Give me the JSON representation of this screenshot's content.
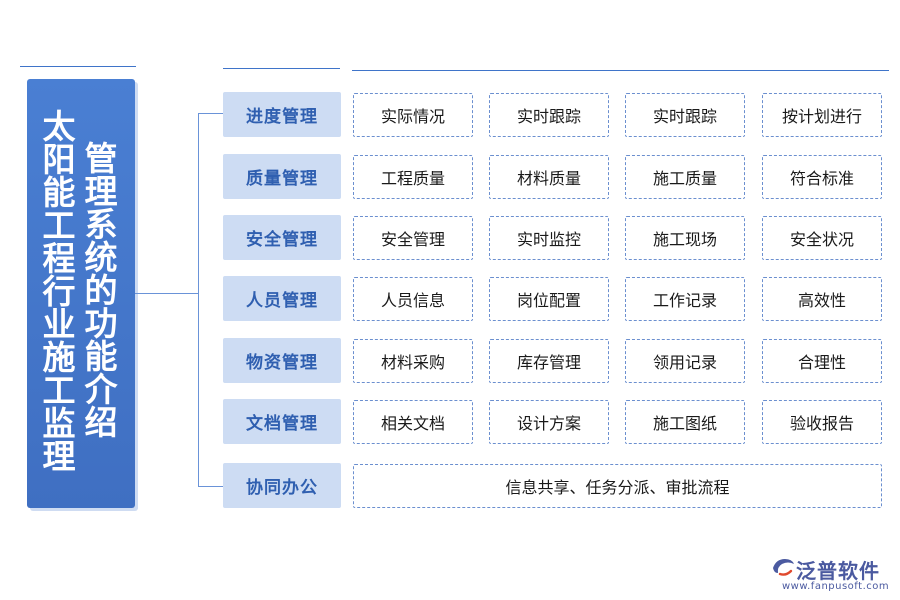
{
  "title": {
    "col1": "太阳能工程行业施工监理",
    "col2": "管理系统的功能介绍"
  },
  "rows": [
    {
      "category": "进度管理",
      "items": [
        "实际情况",
        "实时跟踪",
        "实时跟踪",
        "按计划进行"
      ]
    },
    {
      "category": "质量管理",
      "items": [
        "工程质量",
        "材料质量",
        "施工质量",
        "符合标准"
      ]
    },
    {
      "category": "安全管理",
      "items": [
        "安全管理",
        "实时监控",
        "施工现场",
        "安全状况"
      ]
    },
    {
      "category": "人员管理",
      "items": [
        "人员信息",
        "岗位配置",
        "工作记录",
        "高效性"
      ]
    },
    {
      "category": "物资管理",
      "items": [
        "材料采购",
        "库存管理",
        "领用记录",
        "合理性"
      ]
    },
    {
      "category": "文档管理",
      "items": [
        "相关文档",
        "设计方案",
        "施工图纸",
        "验收报告"
      ]
    },
    {
      "category": "协同办公",
      "items": [
        "信息共享、任务分派、审批流程"
      ]
    }
  ],
  "logo": {
    "name": "泛普软件",
    "url": "www.fanpusoft.com",
    "icon": "fanpu-logo-icon"
  },
  "colors": {
    "title_bg": "#4472c4",
    "category_bg": "#cddcf3",
    "category_text": "#2f5fb0",
    "border": "#6b8fcf"
  }
}
